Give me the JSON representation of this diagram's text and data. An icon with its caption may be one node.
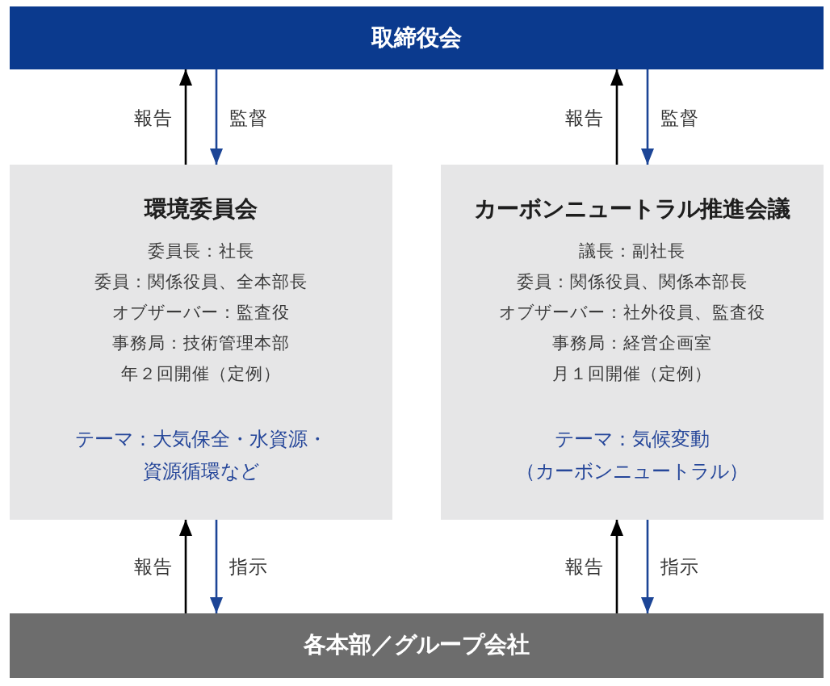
{
  "diagram": {
    "nodes": [
      {
        "text": [
          "取締役会"
        ]
      },
      {
        "text": [
          "環境委員会",
          "委員長：社長",
          "委員：関係役員、全本部長",
          "オブザーバー：監査役",
          "事務局：技術管理本部",
          "年２回開催（定例）",
          "テーマ：大気保全・水資源・資源循環など"
        ]
      },
      {
        "text": [
          "カーボンニュートラル推進会議",
          "議長：副社長",
          "委員：関係役員、関係本部長",
          "オブザーバー：社外役員、監査役",
          "事務局：経営企画室",
          "月１回開催（定例）",
          "テーマ：気候変動（カーボンニュートラル）"
        ]
      },
      {
        "text": [
          "各本部／グループ会社"
        ]
      }
    ],
    "edges": [
      {
        "from": 1,
        "to": 0,
        "arrow": "to",
        "label": "報告"
      },
      {
        "from": 0,
        "to": 1,
        "arrow": "to",
        "label": "監督",
        "color": "#1c4596"
      },
      {
        "from": 2,
        "to": 0,
        "arrow": "to",
        "label": "報告"
      },
      {
        "from": 0,
        "to": 2,
        "arrow": "to",
        "label": "監督",
        "color": "#1c4596"
      },
      {
        "from": 3,
        "to": 1,
        "arrow": "to",
        "label": "報告"
      },
      {
        "from": 1,
        "to": 3,
        "arrow": "to",
        "label": "指示",
        "color": "#1c4596"
      },
      {
        "from": 3,
        "to": 2,
        "arrow": "to",
        "label": "報告"
      },
      {
        "from": 2,
        "to": 3,
        "arrow": "to",
        "label": "指示",
        "color": "#1c4596"
      }
    ]
  }
}
